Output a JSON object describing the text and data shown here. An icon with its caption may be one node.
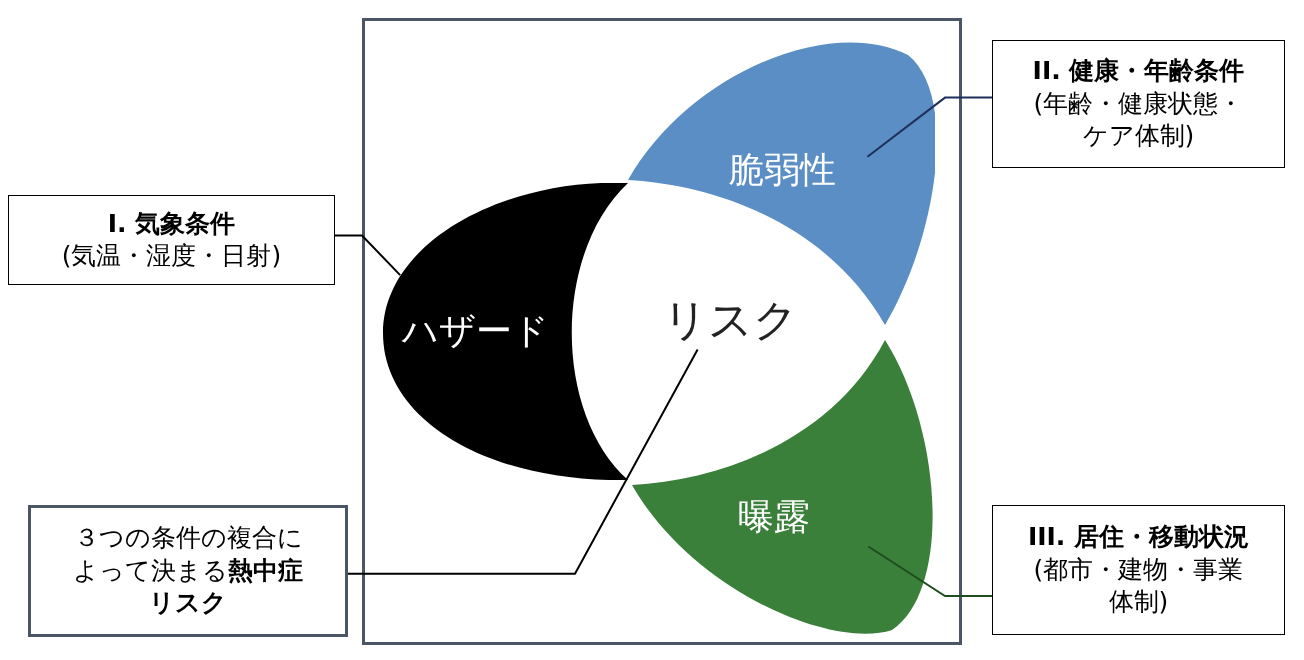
{
  "diagram": {
    "nodes": [
      {
        "text": [
          "II. 健康・年齢条件",
          "(年齢・健康状態・ケア体制)"
        ]
      },
      {
        "text": [
          "脆弱性"
        ]
      },
      {
        "text": [
          "I. 気象条件",
          "(気温・湿度・日射)"
        ]
      },
      {
        "text": [
          "ハザード"
        ]
      },
      {
        "text": [
          "リスク"
        ]
      },
      {
        "text": [
          "曝露"
        ]
      },
      {
        "text": [
          "III. 居住・移動状況",
          "(都市・建物・事業体制)"
        ]
      },
      {
        "text": [
          "３つの条件の複合によって決まる**熱中症リスク**"
        ]
      }
    ],
    "edges": [
      {
        "from": 0,
        "to": 1,
        "arrow": "none",
        "color": "#1f2f5a"
      },
      {
        "from": 2,
        "to": 3,
        "arrow": "none"
      },
      {
        "from": 6,
        "to": 5,
        "arrow": "none",
        "color": "#1e4d1e"
      },
      {
        "from": 7,
        "to": 4,
        "arrow": "none"
      }
    ]
  }
}
